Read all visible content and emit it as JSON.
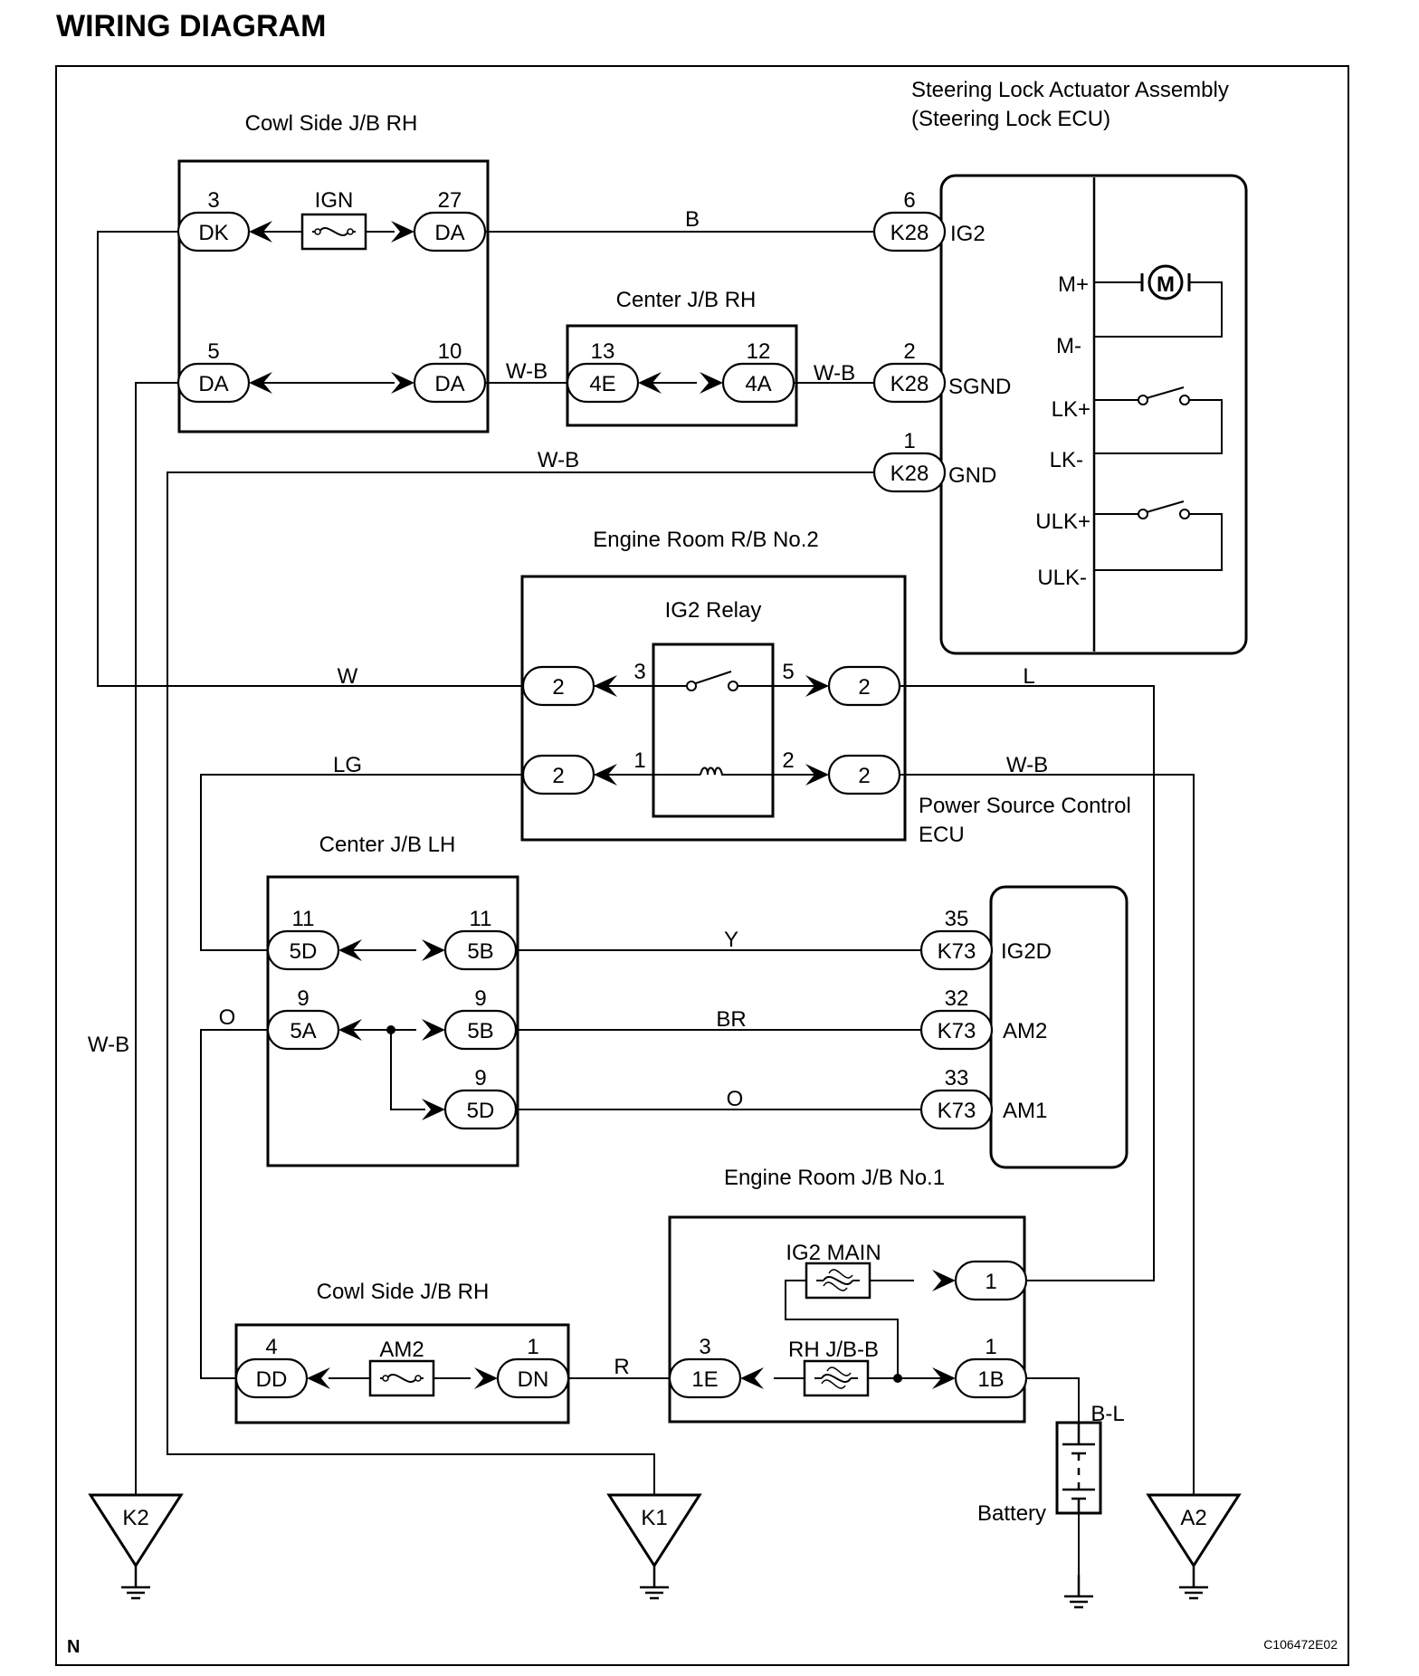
{
  "title": "WIRING DIAGRAM",
  "components": {
    "cowl_top": "Cowl Side J/B RH",
    "steering_lock_1": "Steering Lock Actuator Assembly",
    "steering_lock_2": "(Steering Lock ECU)",
    "center_rh": "Center J/B RH",
    "er_rb2": "Engine Room R/B No.2",
    "ig2_relay": "IG2 Relay",
    "psc_ecu_1": "Power Source Control",
    "psc_ecu_2": "ECU",
    "center_lh": "Center J/B LH",
    "er_jb1": "Engine Room J/B No.1",
    "cowl_bottom": "Cowl Side J/B RH",
    "ig2_main": "IG2 MAIN",
    "rh_jb_b": "RH J/B-B",
    "ign": "IGN",
    "am2_fuse": "AM2",
    "battery": "Battery"
  },
  "terminals": {
    "ig2": "IG2",
    "sgnd": "SGND",
    "gnd": "GND",
    "m_plus": "M+",
    "m_minus": "M-",
    "lk_plus": "LK+",
    "lk_minus": "LK-",
    "ulk_plus": "ULK+",
    "ulk_minus": "ULK-",
    "ig2d": "IG2D",
    "am2": "AM2",
    "am1": "AM1"
  },
  "pins": [
    {
      "code": "DK",
      "num": "3"
    },
    {
      "code": "DA",
      "num": "27"
    },
    {
      "code": "DA",
      "num": "5"
    },
    {
      "code": "DA",
      "num": "10"
    },
    {
      "code": "4E",
      "num": "13"
    },
    {
      "code": "4A",
      "num": "12"
    },
    {
      "code": "K28",
      "num": "6"
    },
    {
      "code": "K28",
      "num": "2"
    },
    {
      "code": "K28",
      "num": "1"
    },
    {
      "code": "2",
      "num": "3"
    },
    {
      "code": "2",
      "num": "5"
    },
    {
      "code": "2",
      "num": "1"
    },
    {
      "code": "2",
      "num": "2"
    },
    {
      "code": "5D",
      "num": "11"
    },
    {
      "code": "5B",
      "num": "11"
    },
    {
      "code": "5A",
      "num": "9"
    },
    {
      "code": "5B",
      "num": "9"
    },
    {
      "code": "5D",
      "num": "9"
    },
    {
      "code": "K73",
      "num": "35"
    },
    {
      "code": "K73",
      "num": "32"
    },
    {
      "code": "K73",
      "num": "33"
    },
    {
      "code": "1"
    },
    {
      "code": "1E",
      "num": "3"
    },
    {
      "code": "1B",
      "num": "1"
    },
    {
      "code": "DD",
      "num": "4"
    },
    {
      "code": "DN",
      "num": "1"
    }
  ],
  "wire_colors": [
    "B",
    "W-B",
    "W-B",
    "W-B",
    "W",
    "L",
    "LG",
    "W-B",
    "Y",
    "BR",
    "O",
    "O",
    "W-B",
    "R",
    "B-L"
  ],
  "grounds": [
    "K2",
    "K1",
    "A2"
  ],
  "footer": {
    "left": "N",
    "right": "C106472E02"
  }
}
